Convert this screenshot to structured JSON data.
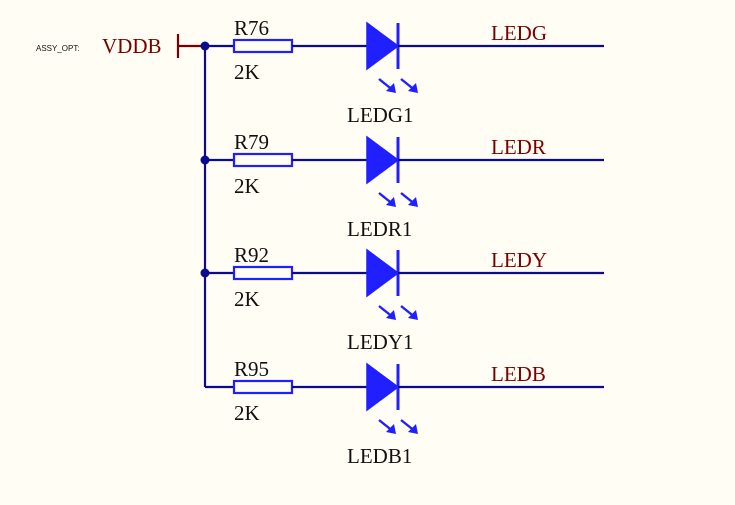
{
  "colors": {
    "background": "#fffdf4",
    "wire": "#0b0b8f",
    "component": "#1f1fff",
    "net_label": "#7a0000",
    "text": "#111111",
    "junction": "#0b0b8f"
  },
  "assy_label": "ASSY_OPT:",
  "power_net": "VDDB",
  "channels": [
    {
      "resistor_ref": "R76",
      "resistor_value": "2K",
      "led_ref": "LEDG1",
      "net_label": "LEDG"
    },
    {
      "resistor_ref": "R79",
      "resistor_value": "2K",
      "led_ref": "LEDR1",
      "net_label": "LEDR"
    },
    {
      "resistor_ref": "R92",
      "resistor_value": "2K",
      "led_ref": "LEDY1",
      "net_label": "LEDY"
    },
    {
      "resistor_ref": "R95",
      "resistor_value": "2K",
      "led_ref": "LEDB1",
      "net_label": "LEDB"
    }
  ]
}
